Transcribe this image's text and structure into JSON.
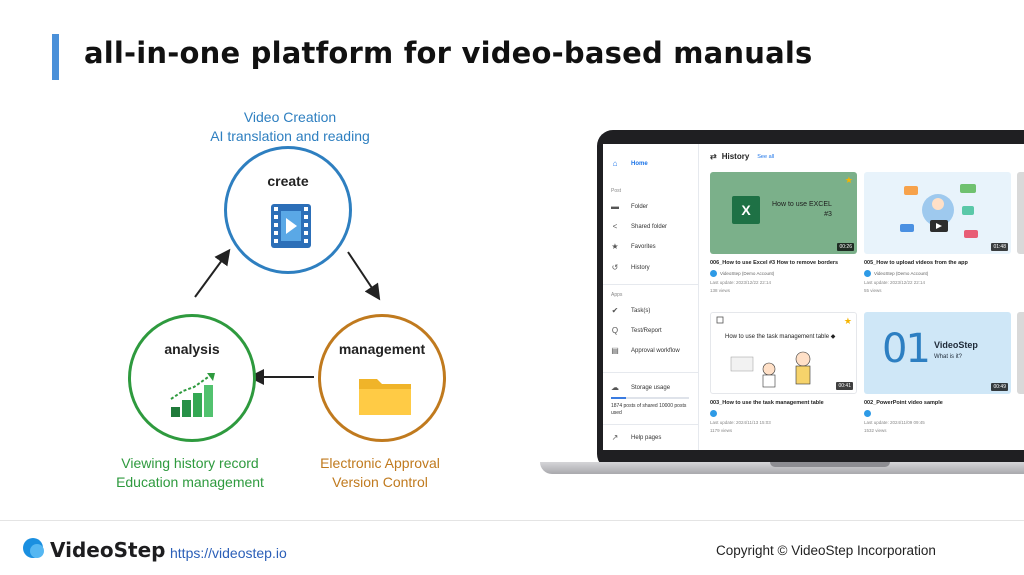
{
  "header": {
    "title": "all-in-one platform for video-based manuals"
  },
  "diagram": {
    "create": {
      "label": "create",
      "caption": [
        "Video Creation",
        "AI translation and reading"
      ],
      "color": "#2e7fc0"
    },
    "management": {
      "label": "management",
      "caption": [
        "Electronic Approval",
        "Version Control"
      ],
      "color": "#c07a1e"
    },
    "analysis": {
      "label": "analysis",
      "caption": [
        "Viewing history record",
        "Education management"
      ],
      "color": "#2e9a3e"
    }
  },
  "app": {
    "sidebar": {
      "home": "Home",
      "section_post": "Post",
      "items": [
        "Folder",
        "Shared folder",
        "Favorites",
        "History"
      ],
      "section_apps": "Apps",
      "app_items": [
        "Task(s)",
        "Test/Report",
        "Approval workflow"
      ],
      "storage_label": "Storage usage",
      "storage_text": "1874 posts of shared 10000 posts used",
      "storage_fraction": 0.19,
      "help": "Help pages"
    },
    "history": {
      "title": "History",
      "see_all": "See all"
    },
    "cards": [
      {
        "title": "006_How to use Excel #3 How to remove borders",
        "author": "VideoStep (Demo Account)",
        "meta": "Last update: 2023/12/22 22:14",
        "views": "138 views",
        "duration": "00:26",
        "thumb_text": "How to use EXCEL",
        "thumb_sub": "#3",
        "thumb_icon": "X"
      },
      {
        "title": "005_How to upload videos from the app",
        "author": "VideoStep (Demo Account)",
        "meta": "Last update: 2023/12/22 22:14",
        "views": "55 views",
        "duration": "01:48"
      },
      {
        "title": "003_How to use the task management table",
        "author": "",
        "meta": "Last update: 2024/11/13 15:03",
        "views": "1179 views",
        "duration": "00:41",
        "thumb_text": "How to use the task management table ◆"
      },
      {
        "title": "002_PowerPoint video sample",
        "author": "",
        "meta": "Last update: 2024/11/09 09:45",
        "views": "1532 views",
        "duration": "00:49",
        "thumb_num": "01",
        "thumb_brand": "VideoStep",
        "thumb_q": "What is it?"
      }
    ]
  },
  "footer": {
    "logo": "VideoStep",
    "url": "https://videostep.io",
    "copyright": "Copyright © VideoStep Incorporation"
  }
}
